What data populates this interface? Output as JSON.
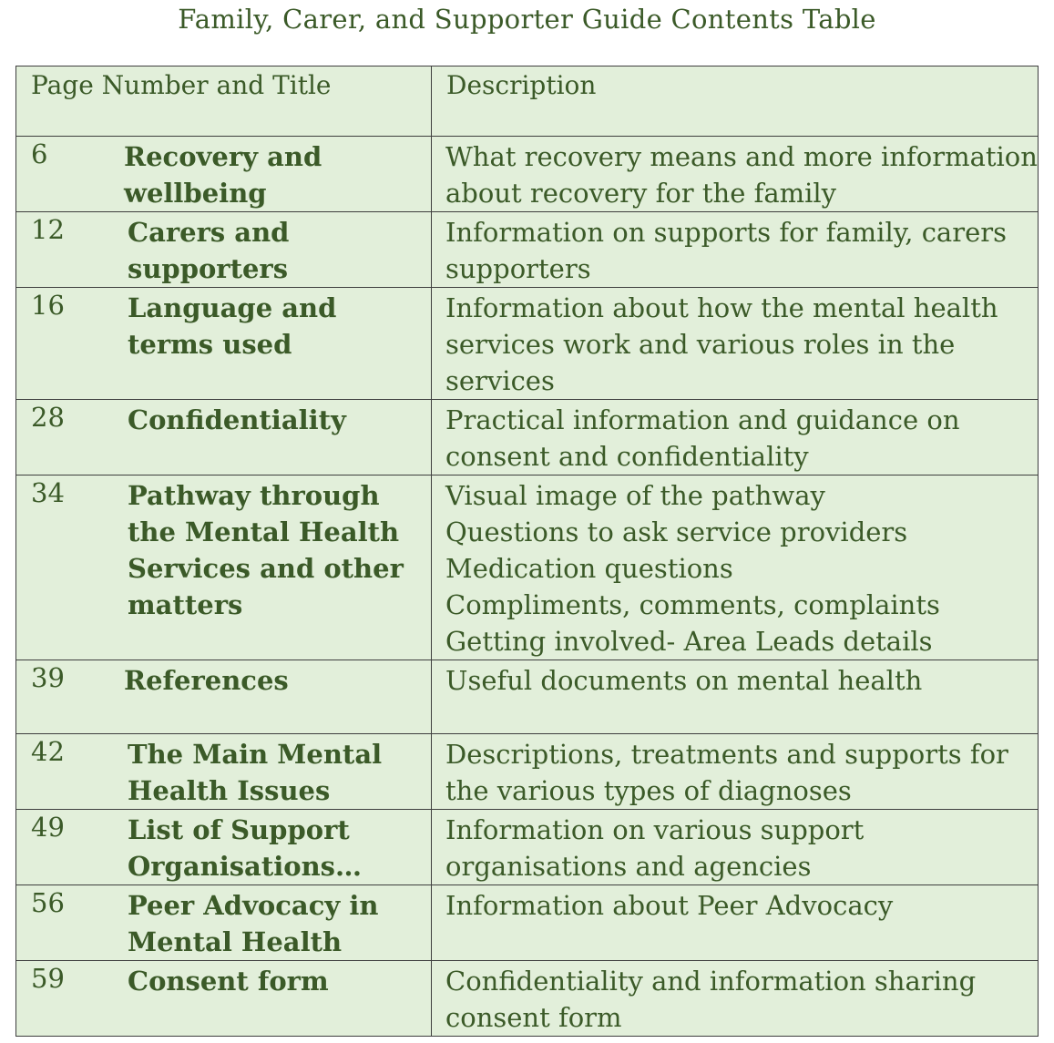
{
  "title": "Family, Carer, and Supporter Guide Contents Table",
  "headers": {
    "page_title": "Page Number and Title",
    "description": "Description"
  },
  "rows": [
    {
      "page": "6",
      "title": "Recovery and wellbeing",
      "description": "What recovery means and more information about recovery for the family"
    },
    {
      "page": "12",
      "title": "Carers and supporters",
      "description": "Information on supports for family, carers supporters"
    },
    {
      "page": "16",
      "title": "Language and terms used",
      "description": "Information about how the mental health services work and various roles in the services"
    },
    {
      "page": "28",
      "title": "Confidentiality",
      "description": "Practical information and guidance on consent and confidentiality"
    },
    {
      "page": "34",
      "title": "Pathway through the Mental Health Services and other matters",
      "description_lines": [
        "Visual image of the pathway",
        "Questions to ask service providers",
        "Medication questions",
        "Compliments, comments, complaints",
        "Getting involved- Area Leads details"
      ]
    },
    {
      "page": "39",
      "title": "References",
      "description": "Useful documents on mental health"
    },
    {
      "page": "42",
      "title": "The Main Mental Health Issues",
      "description": "Descriptions, treatments and supports for the various types of diagnoses"
    },
    {
      "page": "49",
      "title": "List of Support Organisations…",
      "description": "Information on various support organisations and agencies"
    },
    {
      "page": "56",
      "title": "Peer Advocacy in Mental Health",
      "description": "Information about Peer Advocacy"
    },
    {
      "page": "59",
      "title": "Consent form",
      "description": "Confidentiality and information sharing consent form"
    }
  ]
}
